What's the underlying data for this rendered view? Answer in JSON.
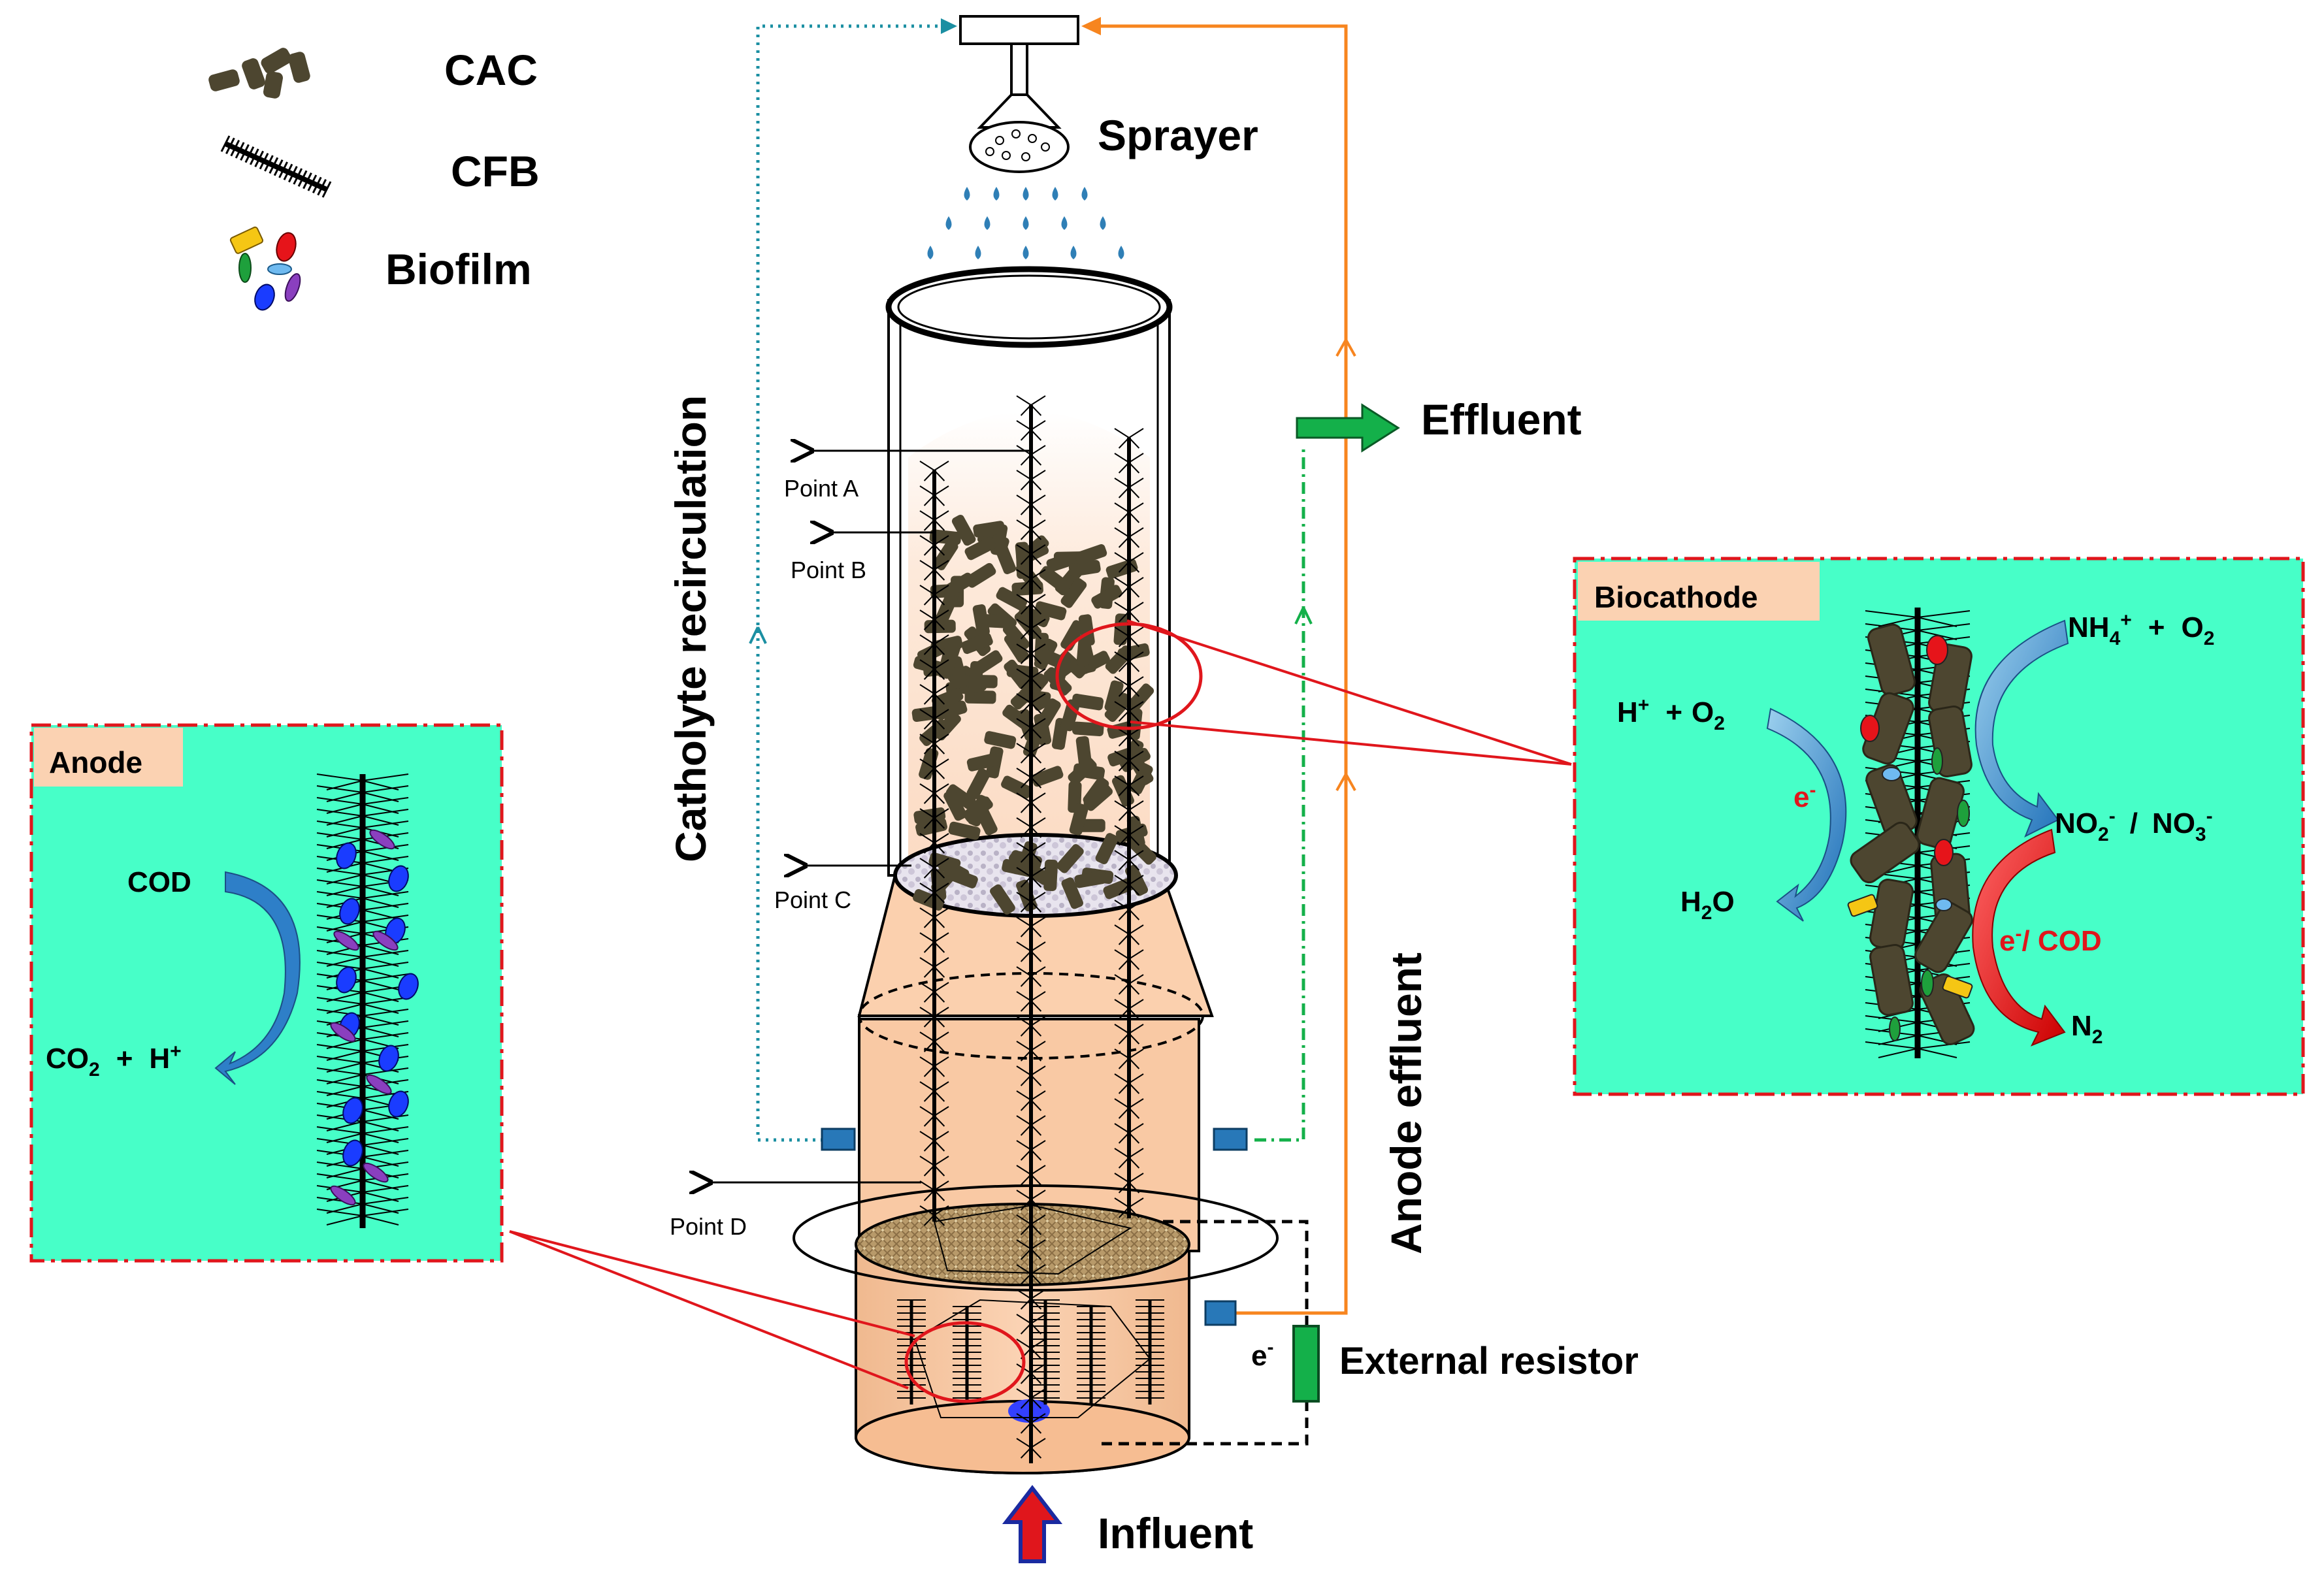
{
  "legend": {
    "cac": "CAC",
    "cfb": "CFB",
    "biofilm": "Biofilm"
  },
  "labels": {
    "sprayer": "Sprayer",
    "effluent": "Effluent",
    "influent": "Influent",
    "catholyte_recirculation": "Catholyte recirculation",
    "anode_effluent": "Anode effluent",
    "external_resistor": "External resistor",
    "electron": "e",
    "electron_sup": "-"
  },
  "sampling_points": {
    "a": "Point A",
    "b": "Point B",
    "c": "Point C",
    "d": "Point D"
  },
  "anode_box": {
    "title": "Anode",
    "reactant": "COD",
    "product": "CO",
    "product_sub": "2",
    "product_plus": "+",
    "product_h": "H",
    "product_h_sup": "+"
  },
  "biocathode_box": {
    "title": "Biocathode",
    "h_ion": "H",
    "h_sup": "+",
    "plus": "+",
    "o2": "O",
    "o2_sub": "2",
    "water": "H",
    "water_sub": "2",
    "water_o": "O",
    "electron": "e",
    "electron_sup": "-",
    "ammonium": "NH",
    "ammonium_sub": "4",
    "ammonium_sup": "+",
    "ammonium_plus": "+",
    "ammonium_o2": "O",
    "ammonium_o2_sub": "2",
    "no2": "NO",
    "no2_sub": "2",
    "no2_sup": "-",
    "slash": "/",
    "no3": "NO",
    "no3_sub": "3",
    "no3_sup": "-",
    "electron_cod": "e",
    "electron_cod_sup": "-",
    "electron_cod_text": "/ COD",
    "n2": "N",
    "n2_sub": "2"
  },
  "colors": {
    "water_box": "#47ffc8",
    "box_border": "#e0161c",
    "reactor_fill": "#f9c9a4",
    "upper_fill": "#fde7d6",
    "orange_line": "#f7851f",
    "green_line": "#14b04a",
    "teal_line": "#1b8fa2",
    "cac_color": "#4d4630",
    "red_line": "#e0161c",
    "title_tag": "#fbd2b2"
  },
  "icons": {
    "sprayer": "sprayer-icon",
    "cac": "cac-pellets-icon",
    "cfb": "carbon-fiber-brush-icon",
    "biofilm": "biofilm-cells-icon",
    "resistor": "resistor-icon",
    "arrow": "arrow-icon"
  }
}
